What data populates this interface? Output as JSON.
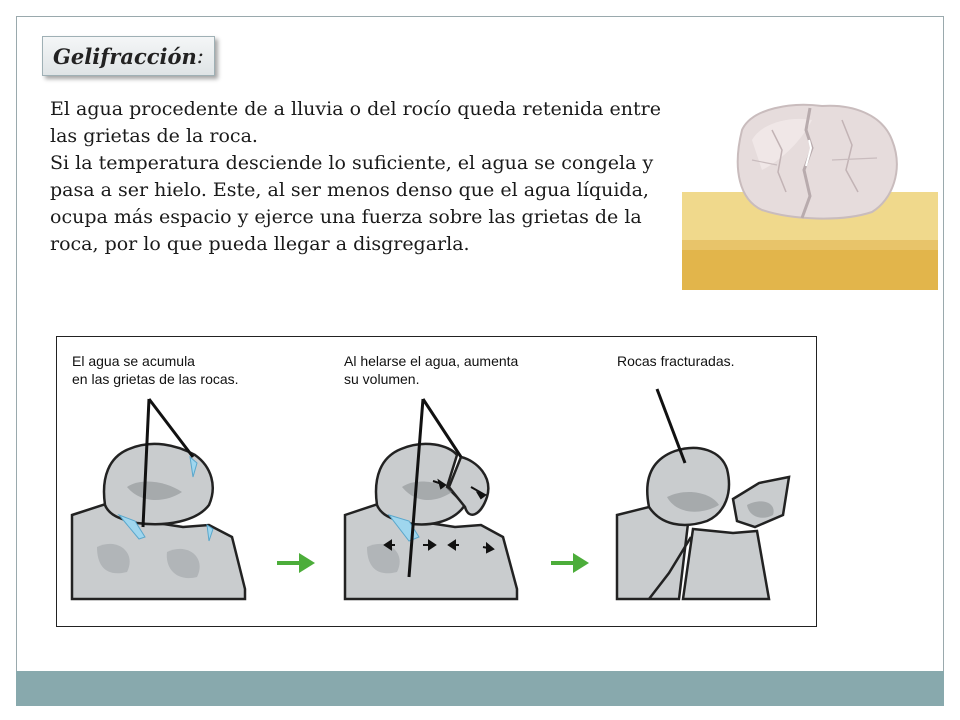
{
  "slide": {
    "title": "Gelifracción",
    "title_colon": ":",
    "paragraphs": [
      "El agua procedente de a lluvia o del rocío queda retenida entre las grietas de la roca.",
      "Si la temperatura desciende lo suficiente, el agua se congela y pasa a ser hielo. Este, al ser menos denso que el agua líquida, ocupa más espacio y ejerce una fuerza sobre las grietas de la roca, por lo que pueda llegar a disgregarla."
    ]
  },
  "diagram": {
    "captions": [
      "El agua se acumula\nen las grietas de las rocas.",
      "Al helarse el agua, aumenta\nsu volumen.",
      "Rocas fracturadas."
    ],
    "colors": {
      "rock": "#c9ccce",
      "rock_dark": "#8f9396",
      "water": "#9fd6ee",
      "arrow": "#4cad3a",
      "sand_light": "#f0d98c",
      "sand_dark": "#e4b84e"
    }
  }
}
